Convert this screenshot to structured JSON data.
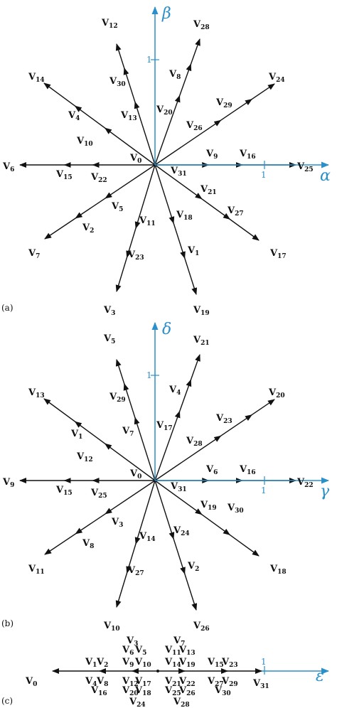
{
  "colors": {
    "axis": "#2b8fc9",
    "vector": "#111111"
  },
  "panels": [
    {
      "id": "a",
      "panel_label": "(a)",
      "h_axis": "α",
      "v_axis": "β",
      "h_tick": "1",
      "v_tick": "1",
      "vectors": [
        {
          "n": "0"
        },
        {
          "n": "1"
        },
        {
          "n": "2"
        },
        {
          "n": "3"
        },
        {
          "n": "4"
        },
        {
          "n": "5"
        },
        {
          "n": "6"
        },
        {
          "n": "7"
        },
        {
          "n": "8"
        },
        {
          "n": "9"
        },
        {
          "n": "10"
        },
        {
          "n": "11"
        },
        {
          "n": "12"
        },
        {
          "n": "13"
        },
        {
          "n": "14"
        },
        {
          "n": "15"
        },
        {
          "n": "16"
        },
        {
          "n": "17"
        },
        {
          "n": "18"
        },
        {
          "n": "19"
        },
        {
          "n": "20"
        },
        {
          "n": "21"
        },
        {
          "n": "22"
        },
        {
          "n": "23"
        },
        {
          "n": "24"
        },
        {
          "n": "25"
        },
        {
          "n": "26"
        },
        {
          "n": "27"
        },
        {
          "n": "28"
        },
        {
          "n": "29"
        },
        {
          "n": "30"
        },
        {
          "n": "31"
        }
      ]
    },
    {
      "id": "b",
      "panel_label": "(b)",
      "h_axis": "γ",
      "v_axis": "δ",
      "h_tick": "1",
      "v_tick": "1",
      "vectors": [
        {
          "n": "0"
        },
        {
          "n": "1"
        },
        {
          "n": "2"
        },
        {
          "n": "3"
        },
        {
          "n": "4"
        },
        {
          "n": "5"
        },
        {
          "n": "6"
        },
        {
          "n": "7"
        },
        {
          "n": "8"
        },
        {
          "n": "9"
        },
        {
          "n": "10"
        },
        {
          "n": "11"
        },
        {
          "n": "12"
        },
        {
          "n": "13"
        },
        {
          "n": "14"
        },
        {
          "n": "15"
        },
        {
          "n": "16"
        },
        {
          "n": "17"
        },
        {
          "n": "18"
        },
        {
          "n": "19"
        },
        {
          "n": "20"
        },
        {
          "n": "21"
        },
        {
          "n": "22"
        },
        {
          "n": "23"
        },
        {
          "n": "24"
        },
        {
          "n": "25"
        },
        {
          "n": "26"
        },
        {
          "n": "27"
        },
        {
          "n": "28"
        },
        {
          "n": "29"
        },
        {
          "n": "30"
        },
        {
          "n": "31"
        }
      ]
    },
    {
      "id": "c",
      "panel_label": "(c)",
      "h_axis": "ε",
      "h_tick": "1",
      "vectors": [
        {
          "n": "0"
        },
        {
          "n": "1"
        },
        {
          "n": "2"
        },
        {
          "n": "4"
        },
        {
          "n": "8"
        },
        {
          "n": "16"
        },
        {
          "n": "3"
        },
        {
          "n": "6"
        },
        {
          "n": "5"
        },
        {
          "n": "9"
        },
        {
          "n": "10"
        },
        {
          "n": "12"
        },
        {
          "n": "17"
        },
        {
          "n": "20"
        },
        {
          "n": "18"
        },
        {
          "n": "24"
        },
        {
          "n": "7"
        },
        {
          "n": "11"
        },
        {
          "n": "13"
        },
        {
          "n": "14"
        },
        {
          "n": "19"
        },
        {
          "n": "21"
        },
        {
          "n": "22"
        },
        {
          "n": "25"
        },
        {
          "n": "26"
        },
        {
          "n": "28"
        },
        {
          "n": "15"
        },
        {
          "n": "23"
        },
        {
          "n": "27"
        },
        {
          "n": "29"
        },
        {
          "n": "30"
        },
        {
          "n": "31"
        }
      ]
    }
  ]
}
